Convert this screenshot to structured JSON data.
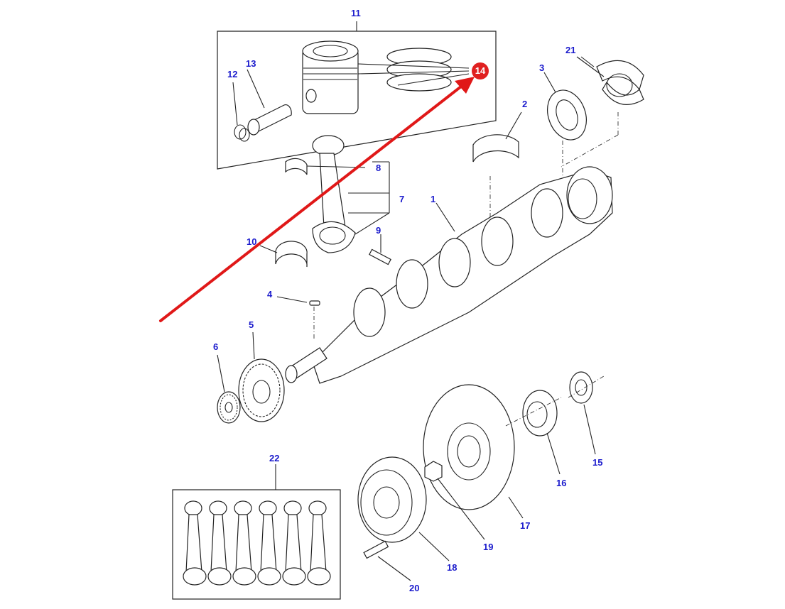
{
  "diagram": {
    "callouts": {
      "c1": "1",
      "c2": "2",
      "c3": "3",
      "c4": "4",
      "c5": "5",
      "c6": "6",
      "c7": "7",
      "c8": "8",
      "c9": "9",
      "c10": "10",
      "c11": "11",
      "c12": "12",
      "c13": "13",
      "c15": "15",
      "c16": "16",
      "c17": "17",
      "c18": "18",
      "c19": "19",
      "c20": "20",
      "c21": "21",
      "c22": "22"
    },
    "highlight": {
      "label": "14"
    },
    "colors": {
      "callout_text": "#1a1acc",
      "highlight_badge": "#e02020",
      "arrow": "#e01818",
      "line_art": "#222222"
    }
  }
}
